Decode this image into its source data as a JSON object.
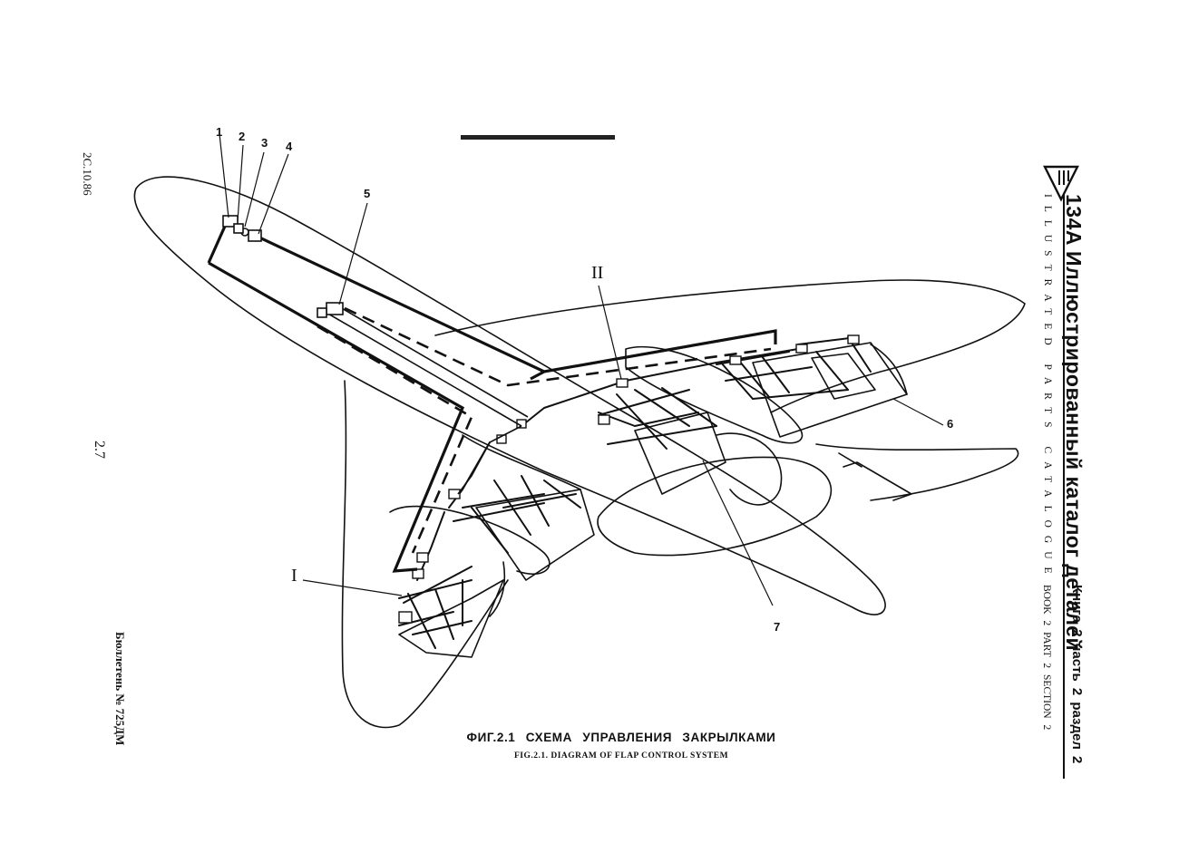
{
  "header": {
    "model": "134A",
    "title_ru": "Иллюстрированный каталог деталей",
    "title_en": "ILLUSTRATED PARTS CATALOGUE",
    "book_ru": "Книга 2 часть 2 раздел 2",
    "book_en": "BOOK 2 PART 2 SECTION 2"
  },
  "margin": {
    "date": "2С.10.86",
    "page_number": "2.7",
    "bulletin": "Бюллетень № 725ДМ"
  },
  "diagram": {
    "callouts": [
      "1",
      "2",
      "3",
      "4",
      "5",
      "6",
      "7"
    ],
    "roman_callouts": [
      "I",
      "II"
    ]
  },
  "caption": {
    "ru": "ФИГ.2.1 СХЕМА УПРАВЛЕНИЯ ЗАКРЫЛКАМИ",
    "en": "FIG.2.1. DIAGRAM OF FLAP CONTROL SYSTEM"
  },
  "colors": {
    "ink": "#111111",
    "paper": "#ffffff"
  }
}
